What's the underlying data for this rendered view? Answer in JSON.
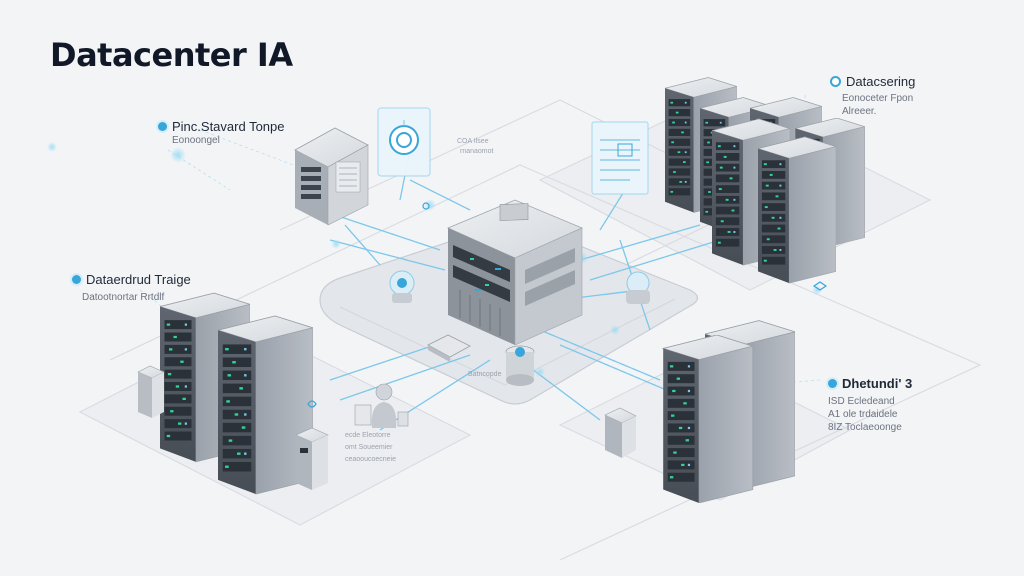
{
  "title": "Datacenter IA",
  "callouts": {
    "top_left": {
      "heading": "Pinc.Stavard Tonpe",
      "sub1": "Eonoongel"
    },
    "mid_left": {
      "heading": "Dataerdrud Traige",
      "sub1": "Datootnortar Rrtdlf"
    },
    "top_right": {
      "heading": "Datacsering",
      "sub1": "Eonoceter Fpon",
      "sub2": "Alreeer."
    },
    "bottom_right": {
      "heading": "Dhetundi' 3",
      "sub1": "ISD Ecledeand",
      "sub2": "A1 ole trdaidele",
      "sub3": "8IZ Toclaeoonge"
    }
  },
  "micro_labels": {
    "near_top_center": "COA Ilsee",
    "near_top_center_2": "rnanaomot",
    "bottom_center": "Batncopde",
    "bottom_left_a": "ecde Eleotorre",
    "bottom_left_b": "omt Soueemier",
    "bottom_left_c": "ceaooucoecneie"
  },
  "colors": {
    "accent": "#38a6d9",
    "rack_body": "#6b7280",
    "rack_dark": "#2a3138",
    "led_green": "#34d399",
    "platform": "#e5e7eb",
    "line": "#7cc7ea"
  },
  "icons": [
    "server-rack-icon",
    "database-icon",
    "cloud-icon",
    "user-icon",
    "chip-icon",
    "monitor-icon"
  ]
}
